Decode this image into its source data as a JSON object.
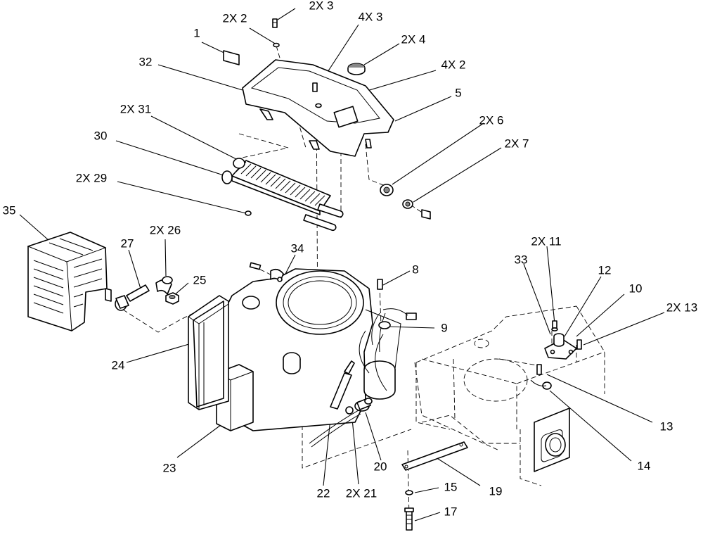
{
  "callouts": [
    {
      "id": "c1",
      "text": "1"
    },
    {
      "id": "c2x2",
      "text": "2X 2"
    },
    {
      "id": "c2x3",
      "text": "2X 3"
    },
    {
      "id": "c4x3",
      "text": "4X 3"
    },
    {
      "id": "c2x4",
      "text": "2X 4"
    },
    {
      "id": "c4x2",
      "text": "4X 2"
    },
    {
      "id": "c32",
      "text": "32"
    },
    {
      "id": "c5",
      "text": "5"
    },
    {
      "id": "c2x31",
      "text": "2X 31"
    },
    {
      "id": "c2x6",
      "text": "2X 6"
    },
    {
      "id": "c30",
      "text": "30"
    },
    {
      "id": "c2x7",
      "text": "2X 7"
    },
    {
      "id": "c2x29",
      "text": "2X 29"
    },
    {
      "id": "c35",
      "text": "35"
    },
    {
      "id": "c27",
      "text": "27"
    },
    {
      "id": "c2x26",
      "text": "2X 26"
    },
    {
      "id": "c34",
      "text": "34"
    },
    {
      "id": "c2x11",
      "text": "2X 11"
    },
    {
      "id": "c25",
      "text": "25"
    },
    {
      "id": "c8",
      "text": "8"
    },
    {
      "id": "c33",
      "text": "33"
    },
    {
      "id": "c12",
      "text": "12"
    },
    {
      "id": "c10",
      "text": "10"
    },
    {
      "id": "c2x13",
      "text": "2X 13"
    },
    {
      "id": "c9",
      "text": "9"
    },
    {
      "id": "c24",
      "text": "24"
    },
    {
      "id": "c13",
      "text": "13"
    },
    {
      "id": "c23",
      "text": "23"
    },
    {
      "id": "c14",
      "text": "14"
    },
    {
      "id": "c20",
      "text": "20"
    },
    {
      "id": "c22",
      "text": "22"
    },
    {
      "id": "c2x21",
      "text": "2X 21"
    },
    {
      "id": "c19",
      "text": "19"
    },
    {
      "id": "c15",
      "text": "15"
    },
    {
      "id": "c17",
      "text": "17"
    }
  ]
}
